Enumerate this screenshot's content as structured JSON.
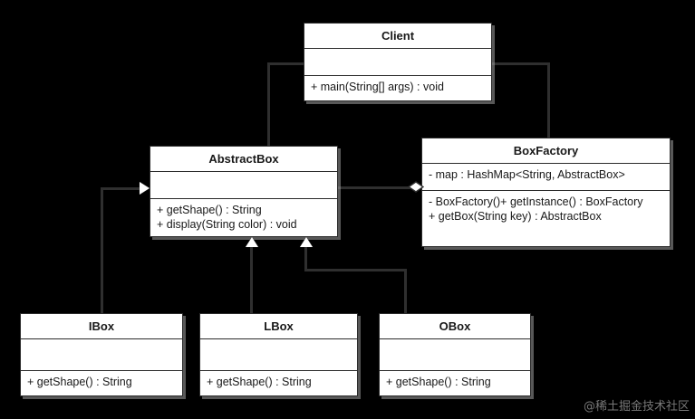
{
  "diagram": {
    "type": "uml-class-diagram",
    "background_color": "#000000",
    "box_fill_color": "#ffffff",
    "box_border_color": "#2b2b2b",
    "connector_color": "#2f2f2f",
    "watermark": "@稀土掘金技术社区"
  },
  "classes": [
    {
      "id": "client",
      "name": "Client",
      "attributes": [],
      "operations": [
        "+ main(String[] args) : void"
      ]
    },
    {
      "id": "abstractbox",
      "name": "AbstractBox",
      "attributes": [],
      "operations": [
        "+ getShape() : String",
        "+ display(String color) : void"
      ]
    },
    {
      "id": "boxfactory",
      "name": "BoxFactory",
      "attributes": [
        "- map : HashMap<String, AbstractBox>"
      ],
      "operations": [
        "- BoxFactory()+ getInstance() : BoxFactory",
        "+ getBox(String key) : AbstractBox"
      ]
    },
    {
      "id": "ibox",
      "name": "IBox",
      "attributes": [],
      "operations": [
        "+ getShape() : String"
      ]
    },
    {
      "id": "lbox",
      "name": "LBox",
      "attributes": [],
      "operations": [
        "+ getShape() : String"
      ]
    },
    {
      "id": "obox",
      "name": "OBox",
      "attributes": [],
      "operations": [
        "+ getShape() : String"
      ]
    }
  ],
  "relationships": [
    {
      "id": "client-abstractbox",
      "kind": "dependency",
      "from": "Client",
      "to": "AbstractBox"
    },
    {
      "id": "client-boxfactory",
      "kind": "dependency",
      "from": "Client",
      "to": "BoxFactory"
    },
    {
      "id": "boxfactory-abstractbox",
      "kind": "aggregation",
      "from": "BoxFactory",
      "to": "AbstractBox"
    },
    {
      "id": "ibox-abstractbox",
      "kind": "generalization",
      "from": "IBox",
      "to": "AbstractBox"
    },
    {
      "id": "lbox-abstractbox",
      "kind": "generalization",
      "from": "LBox",
      "to": "AbstractBox"
    },
    {
      "id": "obox-abstractbox",
      "kind": "generalization",
      "from": "OBox",
      "to": "AbstractBox"
    }
  ]
}
